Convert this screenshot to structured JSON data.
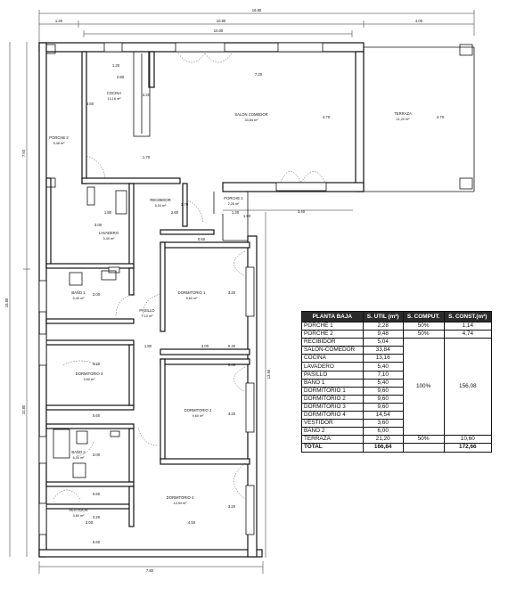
{
  "rooms": {
    "cocina": {
      "name": "COCINA",
      "area": "13,16 m²"
    },
    "salon": {
      "name": "SALON COMEDOR",
      "area": "33,84 m²"
    },
    "terraza": {
      "name": "TERRAZA",
      "area": "21,20 m²"
    },
    "porche2": {
      "name": "PORCHE 2",
      "area": "9,48 m²"
    },
    "recibidor": {
      "name": "RECIBIDOR",
      "area": "5,04 m²"
    },
    "porche1": {
      "name": "PORCHE 1",
      "area": "2,28 m²"
    },
    "lavadero": {
      "name": "LAVADERO",
      "area": "5,40 m²"
    },
    "bano1": {
      "name": "BAÑO 1",
      "area": "5,40 m²"
    },
    "pasillo": {
      "name": "PASILLO",
      "area": "7,10 m²"
    },
    "dorm1": {
      "name": "DORMITORIO 1",
      "area": "9,60 m²"
    },
    "dorm2": {
      "name": "DORMITORIO 2",
      "area": "9,60 m²"
    },
    "dorm3": {
      "name": "DORMITORIO 3",
      "area": "9,60 m²"
    },
    "bano2": {
      "name": "BAÑO 2",
      "area": "6,00 m²"
    },
    "dorm4": {
      "name": "DORMITORIO 4",
      "area": "14,54 m²"
    },
    "vestidor": {
      "name": "VESTIDOR",
      "area": "3,60 m²"
    }
  },
  "dimensions": {
    "top_total": "16.80",
    "top_left": "1.30",
    "top_mid": "10.80",
    "top_right": "4.00",
    "top_inner": "10.00",
    "left_total": "19.80",
    "left_upper": "7.50",
    "left_lower": "10.80",
    "right_inner": "13.50",
    "bottom_total": "7.80",
    "kitchen_w1": "1.20",
    "kitchen_w2": "2.80",
    "kitchen_h": "3.60",
    "kitchen_d": "3.20",
    "salon_w": "7.20",
    "salon_h": "4.70",
    "terraza_h": "4.70",
    "kitchen_low": "1.70",
    "pasillo_w1": "1.80",
    "pasillo_w2": "2.60",
    "recib_h": "1.70",
    "porche1_w": "1.30",
    "porche1_h": "1.90",
    "porche1_run": "3.40",
    "lav_h": "3.00",
    "lav_w": "0.60",
    "bano1_h": "3.00",
    "mid_w1": "1.80",
    "mid_w2": "3.00",
    "mid_s1": "0.40",
    "d1_h": "3.20",
    "dorm3_h": "3.20",
    "dorm3_low": "0.60",
    "dorm2_h": "3.20",
    "d2_h": "0.40",
    "bano2_h": "3.00",
    "bano2_low": "0.60",
    "d4_h": "3.20",
    "vest_h": "3.20",
    "vest_w": "3.00",
    "d4_w": "4.50",
    "vest_low": "0.60"
  },
  "table": {
    "headers": [
      "PLANTA BAJA",
      "S. UTIL (m²)",
      "S. COMPUT.",
      "S. CONST.(m²)"
    ],
    "rows": [
      {
        "name": "PORCHE 1",
        "util": "2,28",
        "comput": "50%",
        "const": "1,14"
      },
      {
        "name": "PORCHE 2",
        "util": "9,48",
        "comput": "50%",
        "const": "4,74"
      },
      {
        "name": "RECIBIDOR",
        "util": "5,04"
      },
      {
        "name": "SALON-COMEDOR",
        "util": "33,84"
      },
      {
        "name": "COCINA",
        "util": "13,16"
      },
      {
        "name": "LAVADERO",
        "util": "5,40"
      },
      {
        "name": "PASILLO",
        "util": "7,10"
      },
      {
        "name": "BAÑO 1",
        "util": "5,40"
      },
      {
        "name": "DORMITORIO 1",
        "util": "9,60"
      },
      {
        "name": "DORMITORIO 2",
        "util": "9,60"
      },
      {
        "name": "DORMITORIO 3",
        "util": "9,60"
      },
      {
        "name": "DORMITORIO 4",
        "util": "14,54"
      },
      {
        "name": "VESTIDOR",
        "util": "3,60"
      },
      {
        "name": "BAÑO 2",
        "util": "6,00"
      },
      {
        "name": "TERRAZA",
        "util": "21,20",
        "comput": "50%",
        "const": "10,60"
      }
    ],
    "merged_comput": "100%",
    "merged_const": "156,08",
    "total": {
      "name": "TOTAL",
      "util": "166,84",
      "const": "172,66"
    }
  }
}
